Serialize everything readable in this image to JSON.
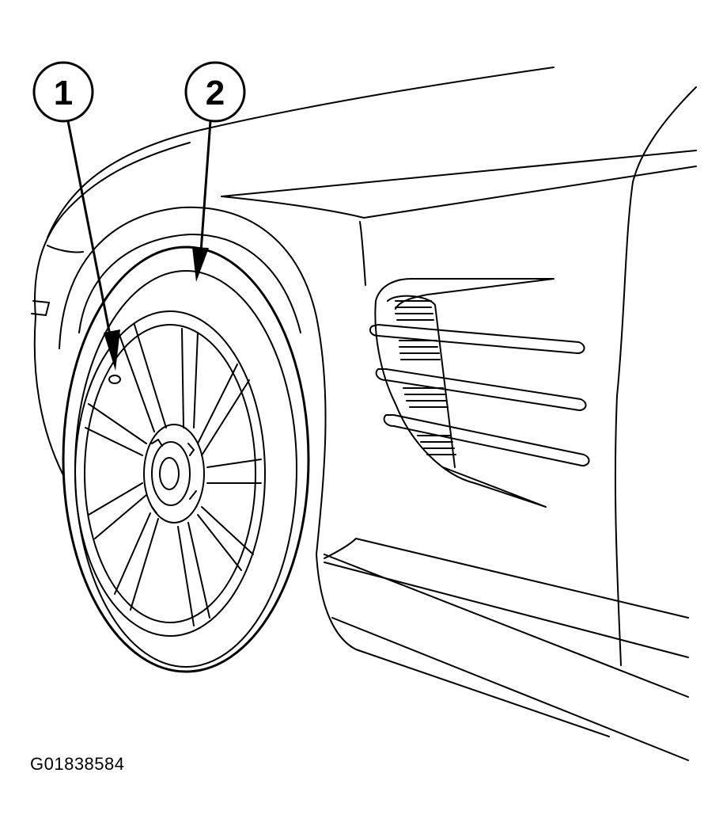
{
  "callouts": [
    {
      "label": "1",
      "target": "wheel-spoke-hole"
    },
    {
      "label": "2",
      "target": "tire"
    }
  ],
  "figure_id": "G01838584",
  "colors": {
    "ink": "#000000",
    "paper": "#ffffff"
  }
}
